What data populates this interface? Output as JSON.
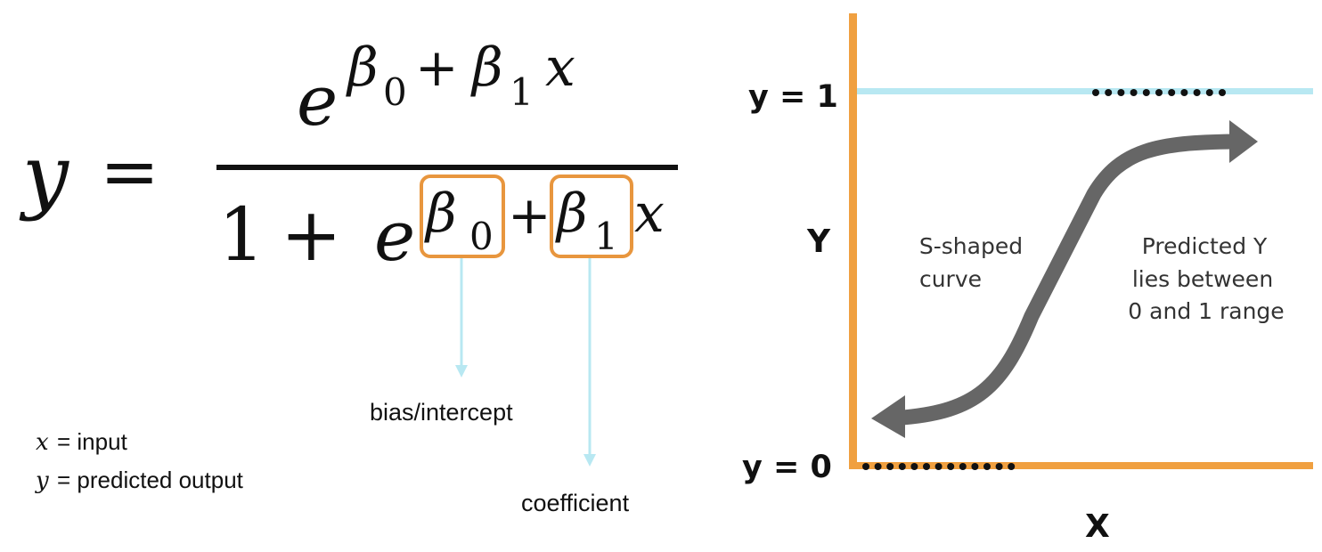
{
  "formula": {
    "lhs": "y",
    "equals": "=",
    "numerator": {
      "base": "e",
      "b0": "β",
      "b0_sub": "0",
      "plus": "+",
      "b1": "β",
      "b1_sub": "1",
      "x": "x"
    },
    "denominator": {
      "one": "1",
      "plus": "+",
      "base": "e",
      "b0": "β",
      "b0_sub": "0",
      "plus2": "+",
      "b1": "β",
      "b1_sub": "1",
      "x": "x"
    }
  },
  "annotations": {
    "intercept": "bias/intercept",
    "coefficient": "coefficient"
  },
  "legend": {
    "x_var": "x",
    "x_desc": "= input",
    "y_var": "y",
    "y_desc": "= predicted output"
  },
  "graph": {
    "y_top_label": "y = 1",
    "y_bottom_label": "y = 0",
    "y_axis_label": "Y",
    "x_axis_label": "X",
    "curve_label_line1": "S-shaped",
    "curve_label_line2": "curve",
    "range_label_line1": "Predicted Y",
    "range_label_line2": "lies between",
    "range_label_line3": "0 and 1 range"
  },
  "colors": {
    "axis": "#F0A040",
    "guide": "#B8E8F2",
    "curve": "#666666",
    "box": "#E8963E",
    "arrow": "#B8E8F2"
  }
}
